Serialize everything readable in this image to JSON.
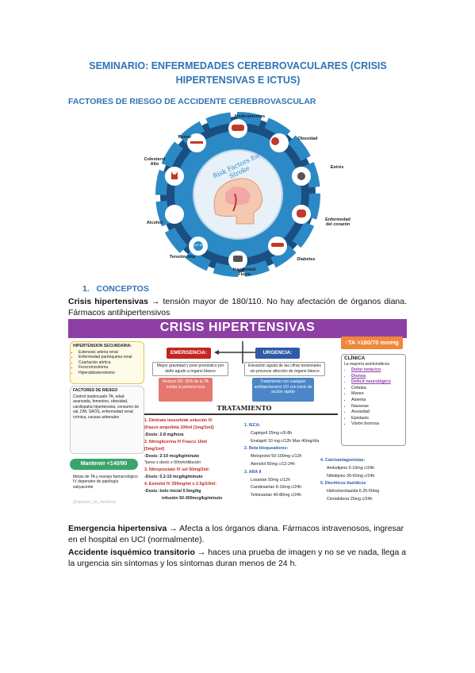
{
  "title": "SEMINARIO: ENFERMEDADES CEREBROVACULARES (CRISIS HIPERTENSIVAS E ICTUS)",
  "section_heading": "FACTORES DE RIESGO DE ACCIDENTE CEREBROVASCULAR",
  "wheel": {
    "center_text": "Risk Factors for Stroke",
    "labels": {
      "medicamentos": "Medicamentos",
      "obesidad": "Obesidad",
      "estres": "Estrés",
      "enfermedad": "Enfermedad del corazón",
      "diabetes": "Diabetes",
      "inactividad": "Inactividad Física",
      "tension": "Tensión Alta",
      "alcohol": "Alcohol",
      "colesterol": "Colesterol Alto",
      "fumar": "Fumar"
    },
    "bp_reading": "120 80"
  },
  "concepts": {
    "heading_number": "1.",
    "heading": "CONCEPTOS",
    "crisis_term": "Crisis hipertensivas",
    "crisis_text": " → tensión mayor de 180/110. No hay afectación de órganos diana. Fármacos antihipertensivos",
    "emergencia_term": "Emergencia hipertensiva",
    "emergencia_text": " → Afecta a los órganos diana. Fármacos intravenosos, ingresar en el hospital en UCI (normalmente).",
    "ait_term": "Accidente isquémico transitorio",
    "ait_text": " → haces una prueba de imagen y no se ve nada, llega a la urgencia sin síntomas y los síntomas duran menos de 24 h."
  },
  "infographic": {
    "banner": "CRISIS HIPERTENSIVAS",
    "ta_badge": "↑TA >180/70 mmHg",
    "secundaria_title": "HIPERTENSION SECUNDARIA:",
    "secundaria_items": [
      "Estenosis arteria renal",
      "Enfermedad parénquima renal",
      "Coartación aórtica",
      "Feocromocitoma",
      "Hiperaldosteronismo"
    ],
    "factores_title": "FACTORES DE RIESGO",
    "factores_text": "Control inadecuado TA, edad avanzada, femenino, obesidad, cardiopatía hipertensiva, consumo de sal, DM, SAOS, enfermedad renal crónica, causas adrenales",
    "mantener": "Mantener <140/90",
    "mantener_note": "Metas de TA y manejo farmacológico IV dependen de patología subyacente",
    "emergencia_label": "EMERGENCIA:",
    "emergencia_desc": "Mayor gravedad y peor pronóstico por daño agudo a órgano blanco",
    "emergencia_red": "Reducir l20- 25% de la TA media la primera hora",
    "urgencia_label": "URGENCIA:",
    "urgencia_desc": "Elevación aguda de las cifras tensionales sin provocar afección de órgano blanco",
    "urgencia_blue": "Tratamiento con cualquier antihipertensivo VO con inicio de acción rápido",
    "tratamiento": "TRATAMIENTO",
    "clinica_title": "CLÍNICA",
    "clinica_sub": "La mayoría asintomáticos",
    "clinica_items": [
      "Dolor torácico",
      "Disnea",
      "Déficit neurológico",
      "Cefalea",
      "Mareo",
      "Astenia",
      "Nauseas",
      "Ansiedad",
      "Epistaxis",
      "Visión borrosa"
    ],
    "iv_lines": [
      "1. Dinitrato Isosorbide solución IV",
      "(frasco ampolleta 100ml [1mg/1ml]:",
      "-Dosis: 2-8 mg/hora",
      "2. Nitroglicerina IV Frasco 10ml",
      "[5mg/1ml]",
      "-Dosis: 2-10 mcg/kg/minuto",
      "*peso x dosis x 60min/dilución",
      "3. Nitroprusiato IV sol 50mg/2ml:",
      "-Dosis: 0.2-10 mcg/kg/minuto",
      "4. Esmolol IV 250mg/ml o 2.5g/10ml:",
      "-Dosis: bolo inicial 0.5mg/kg",
      "infusión 50-300mcg/kg/minuto"
    ],
    "vo_left": [
      "1. IECA:",
      "Captopril 25mg c/6-8h",
      "Enalapril 10 mg c/12h Max 40mg/día",
      "2. Beta bloqueadores:",
      "Metoprolol 50-100mg c/12h",
      "Atenolol 50mg c/12-24h",
      "3. ARA II",
      "Losartan 50mg c/12h",
      "Candesartan 8-16mg c/24h",
      "Telmisartan 40-80mg c/24h"
    ],
    "vo_right": [
      "4. Calcioantagonistas:",
      "Amlodipino 5-10mg c/24h",
      "Nifedipino 30-60mg c/24h",
      "5. Diuréticos tiazídicos",
      "Hidroclorotiazida 6.25-50mg",
      "Clortalidona 25mg c/24h"
    ],
    "watermark": "@apuntes_de_medicina"
  },
  "colors": {
    "heading_blue": "#2e74b5",
    "banner_purple": "#8e3fa4",
    "emergencia_red": "#c4261f",
    "urgencia_blue": "#2f5aa8",
    "wheel_dark": "#1b4f82",
    "wheel_light": "#2b8ac6"
  }
}
